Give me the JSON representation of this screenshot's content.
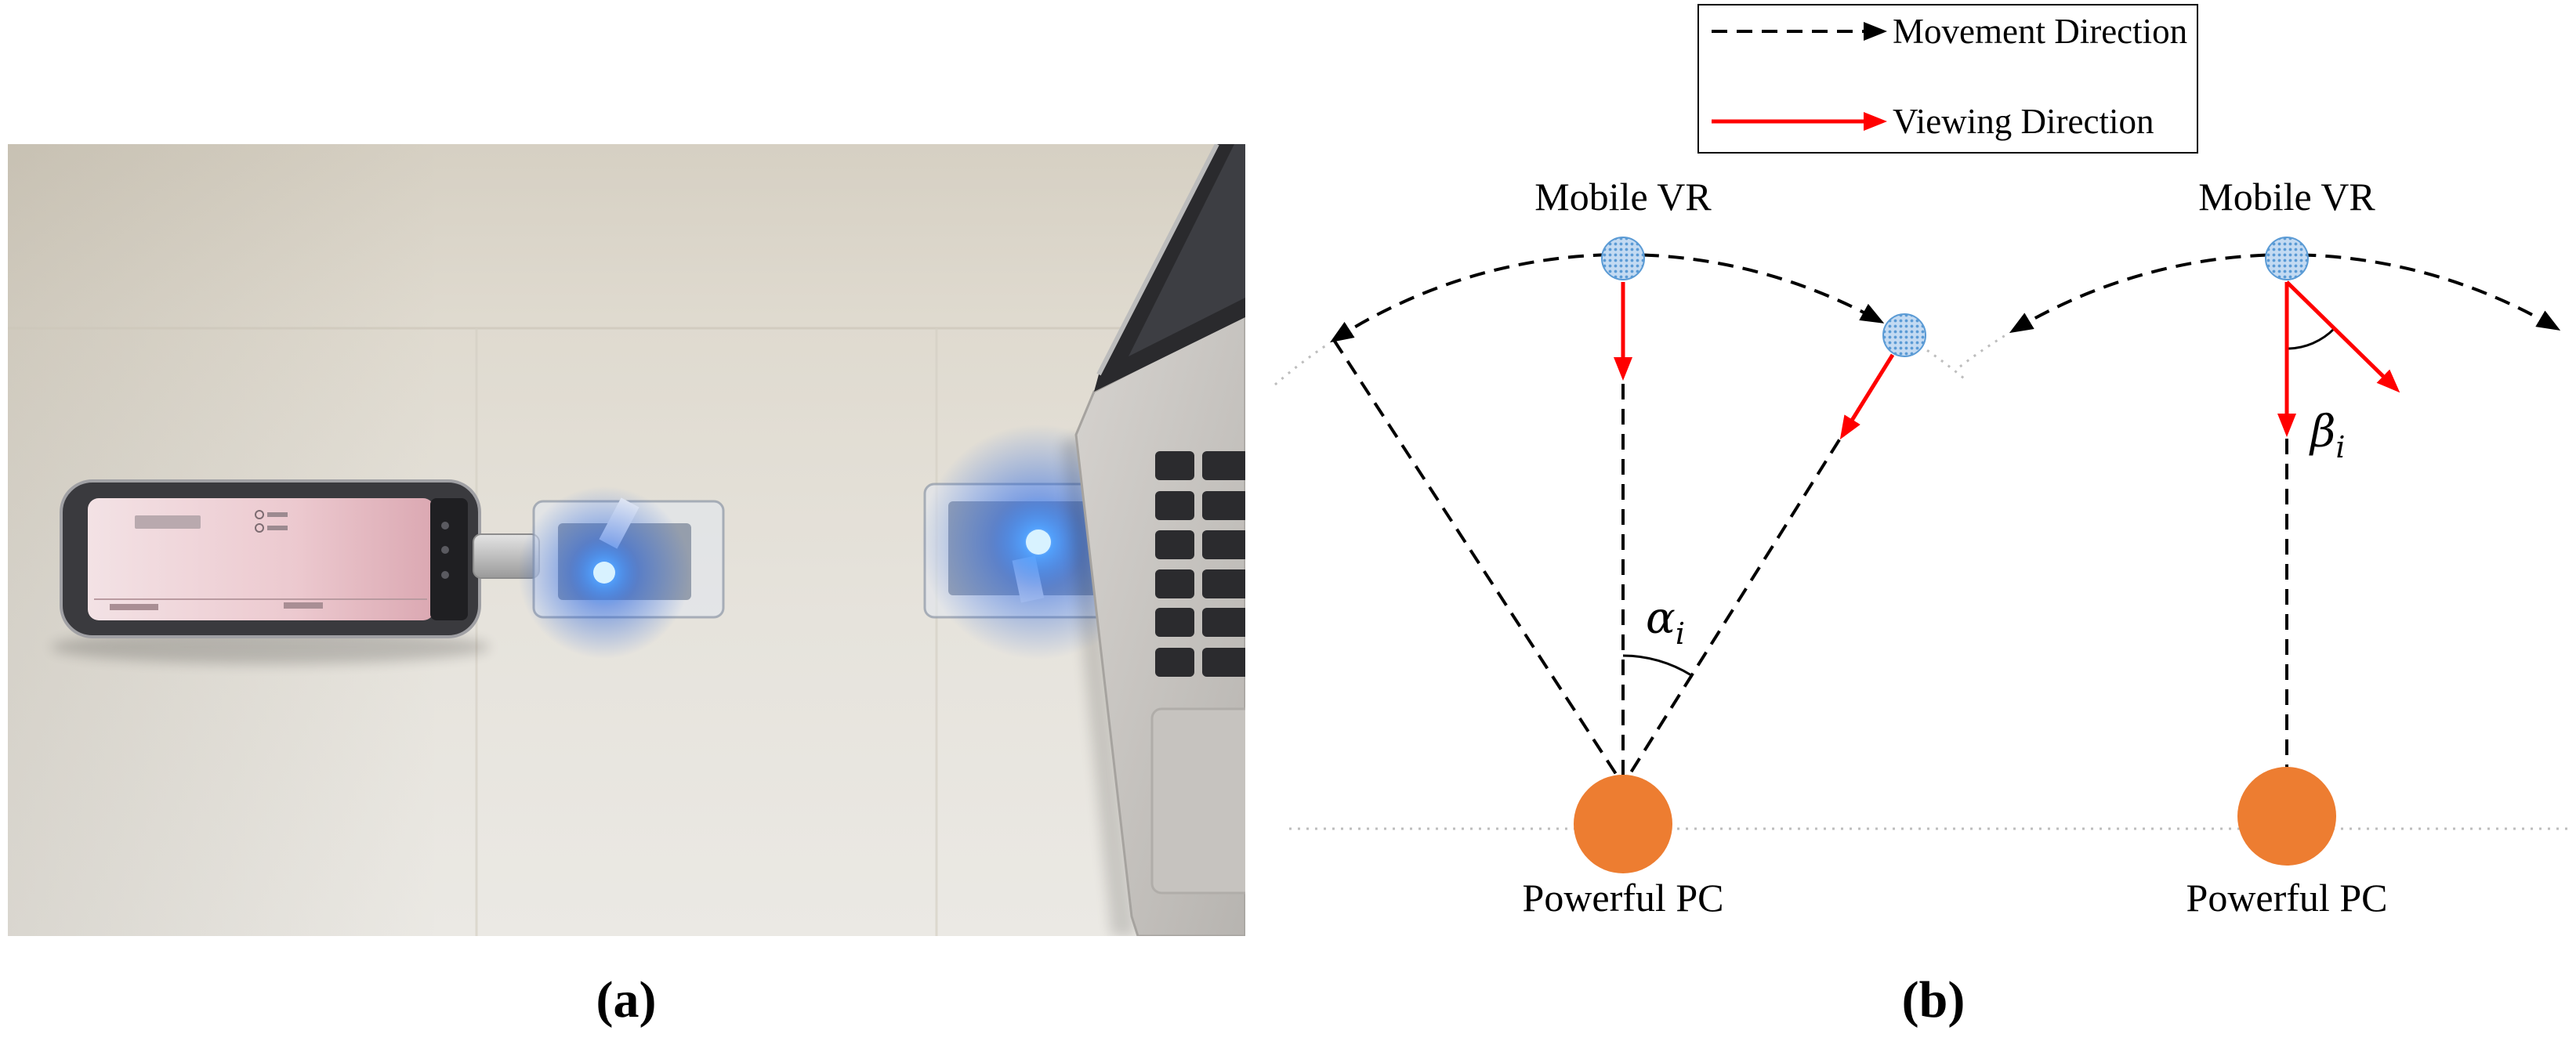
{
  "figure": {
    "panel_a": {
      "caption": "(a)"
    },
    "panel_b": {
      "caption": "(b)",
      "legend": {
        "movement_direction": "Movement Direction",
        "viewing_direction": "Viewing Direction"
      },
      "left_scenario": {
        "device_label": "Mobile VR",
        "server_label": "Powerful PC",
        "angle_symbol": "α",
        "angle_subscript": "i"
      },
      "right_scenario": {
        "device_label": "Mobile VR",
        "server_label": "Powerful PC",
        "angle_symbol": "β",
        "angle_subscript": "i"
      }
    }
  },
  "colors": {
    "movement_arrow": "#000000",
    "viewing_arrow": "#ff0000",
    "mobile_vr_node": "#5b9bd5",
    "powerful_pc_node": "#ed7d31"
  }
}
